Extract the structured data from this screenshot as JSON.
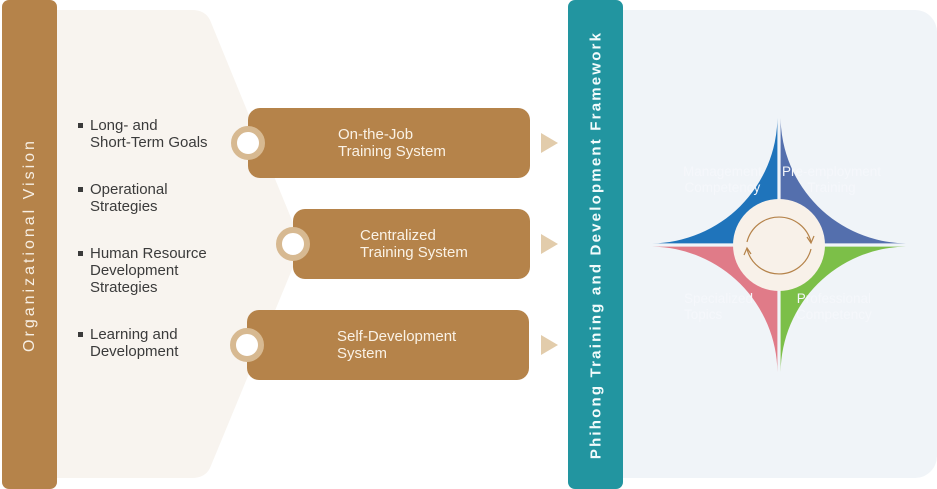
{
  "vision": {
    "title": "Organizational Vision",
    "goals": [
      {
        "lines": [
          "Long- and",
          "Short-Term Goals"
        ]
      },
      {
        "lines": [
          "Operational",
          "Strategies"
        ]
      },
      {
        "lines": [
          "Human Resource",
          "Development",
          "Strategies"
        ]
      },
      {
        "lines": [
          "Learning and",
          "Development"
        ]
      }
    ]
  },
  "systems": [
    {
      "lines": [
        "On-the-Job",
        "Training System"
      ]
    },
    {
      "lines": [
        "Centralized",
        "Training System"
      ]
    },
    {
      "lines": [
        "Self-Development",
        "System"
      ]
    }
  ],
  "framework": {
    "title": "Phihong Training and Development Framework",
    "quadrants": [
      {
        "name": "management",
        "lines": [
          "Management",
          "Competency"
        ],
        "color": "#1f74bb"
      },
      {
        "name": "pre-employment",
        "lines": [
          "Pre-employment",
          "Training"
        ],
        "color": "#546fad"
      },
      {
        "name": "professional",
        "lines": [
          "Professional",
          "Competency"
        ],
        "color": "#7cbf48"
      },
      {
        "name": "specialized",
        "lines": [
          "Specialized",
          "Topics"
        ],
        "color": "#e07b88"
      }
    ],
    "center_icon": "cycle-arrows-icon"
  },
  "colors": {
    "brown": "#b5834a",
    "teal": "#2295a0",
    "ring": "#d7b991",
    "arrow": "#e2ccab",
    "panel_left": "#f8f4ef",
    "panel_right": "#f0f4f8",
    "center": "#f8f1e9"
  }
}
